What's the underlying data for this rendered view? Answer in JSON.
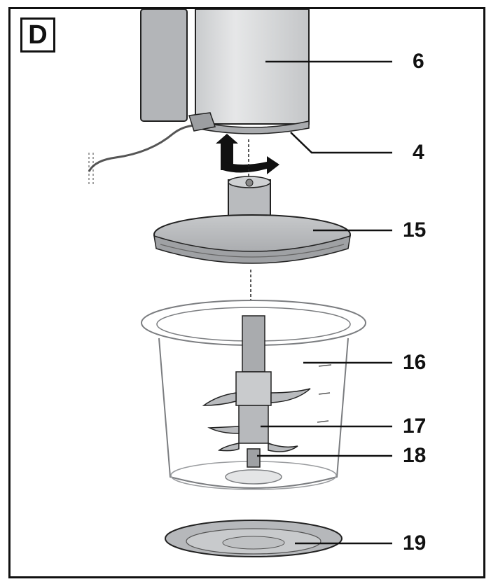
{
  "panel": {
    "letter": "D"
  },
  "callouts": [
    "6",
    "4",
    "15",
    "16",
    "17",
    "18",
    "19"
  ],
  "colors": {
    "frame": "#111111",
    "part_fill": "#d9dadb",
    "part_shade": "#b5b7b9",
    "line": "#222222",
    "bowl_outline": "#7b7d80"
  }
}
